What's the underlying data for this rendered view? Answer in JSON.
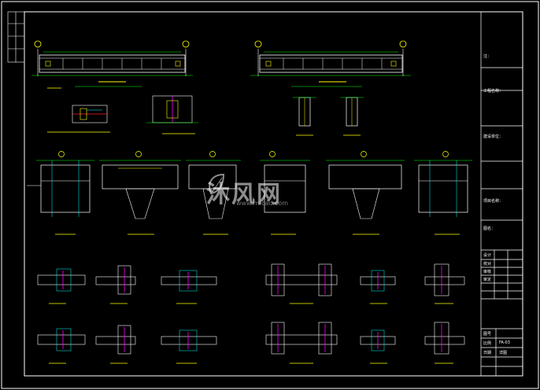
{
  "colors": {
    "background": "#000000",
    "frame": "#ffffff",
    "dimension": "#00ff00",
    "structure": "#ffffff",
    "annotation": "#ffff00",
    "accent_cyan": "#00ffff",
    "accent_magenta": "#ff00ff",
    "accent_red": "#ff2020"
  },
  "watermark": {
    "text": "沐风网",
    "url": "www.mfcad.com",
    "icon": "leaf-logo-icon"
  },
  "title_block": {
    "fields": [
      {
        "label": "注：",
        "color": "white"
      },
      {
        "label": "",
        "color": "white"
      },
      {
        "label": "工程名称：",
        "color": "white"
      },
      {
        "label": "",
        "color": "white"
      },
      {
        "label": "建设单位：",
        "color": "white"
      },
      {
        "label": "",
        "color": "white"
      },
      {
        "label": "项目名称：",
        "color": "white"
      },
      {
        "label": "",
        "color": "yellow"
      },
      {
        "label": "图名：",
        "color": "white"
      }
    ],
    "sign_rows": [
      "设计",
      "校对",
      "审核",
      "审定",
      "",
      ""
    ],
    "drawing_title": "",
    "bottom_rows": [
      {
        "left": "图号",
        "right": ""
      },
      {
        "left": "比例",
        "right": "FA-03"
      },
      {
        "left": "日期",
        "right": "详图"
      },
      {
        "left": "",
        "right": ""
      }
    ]
  }
}
